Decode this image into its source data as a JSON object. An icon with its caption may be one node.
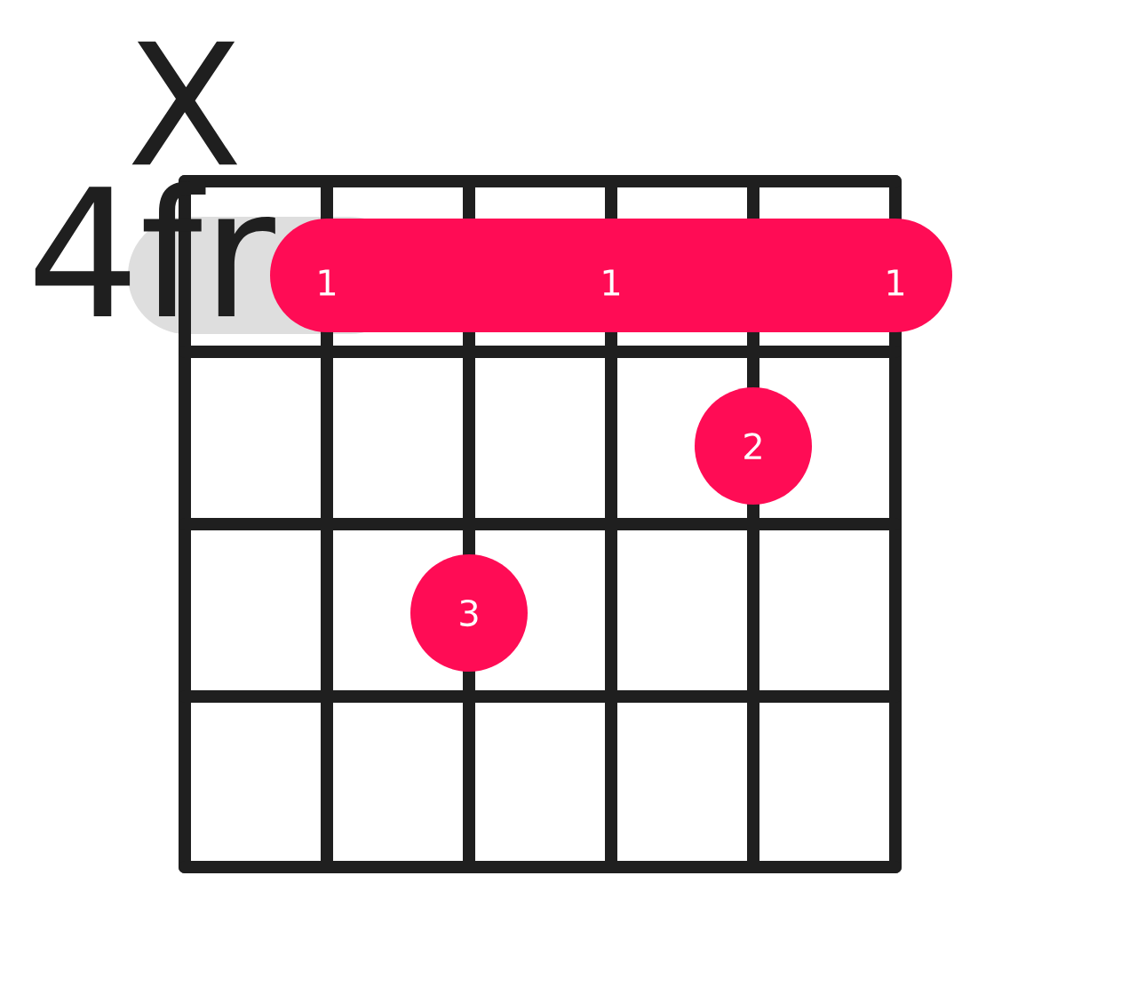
{
  "diagram": {
    "nodes": [
      {
        "text": [
          "1",
          "1",
          "1"
        ]
      },
      {
        "text": [
          "2"
        ]
      },
      {
        "text": [
          "3"
        ]
      }
    ],
    "labels": [
      "X",
      "4fr"
    ]
  }
}
